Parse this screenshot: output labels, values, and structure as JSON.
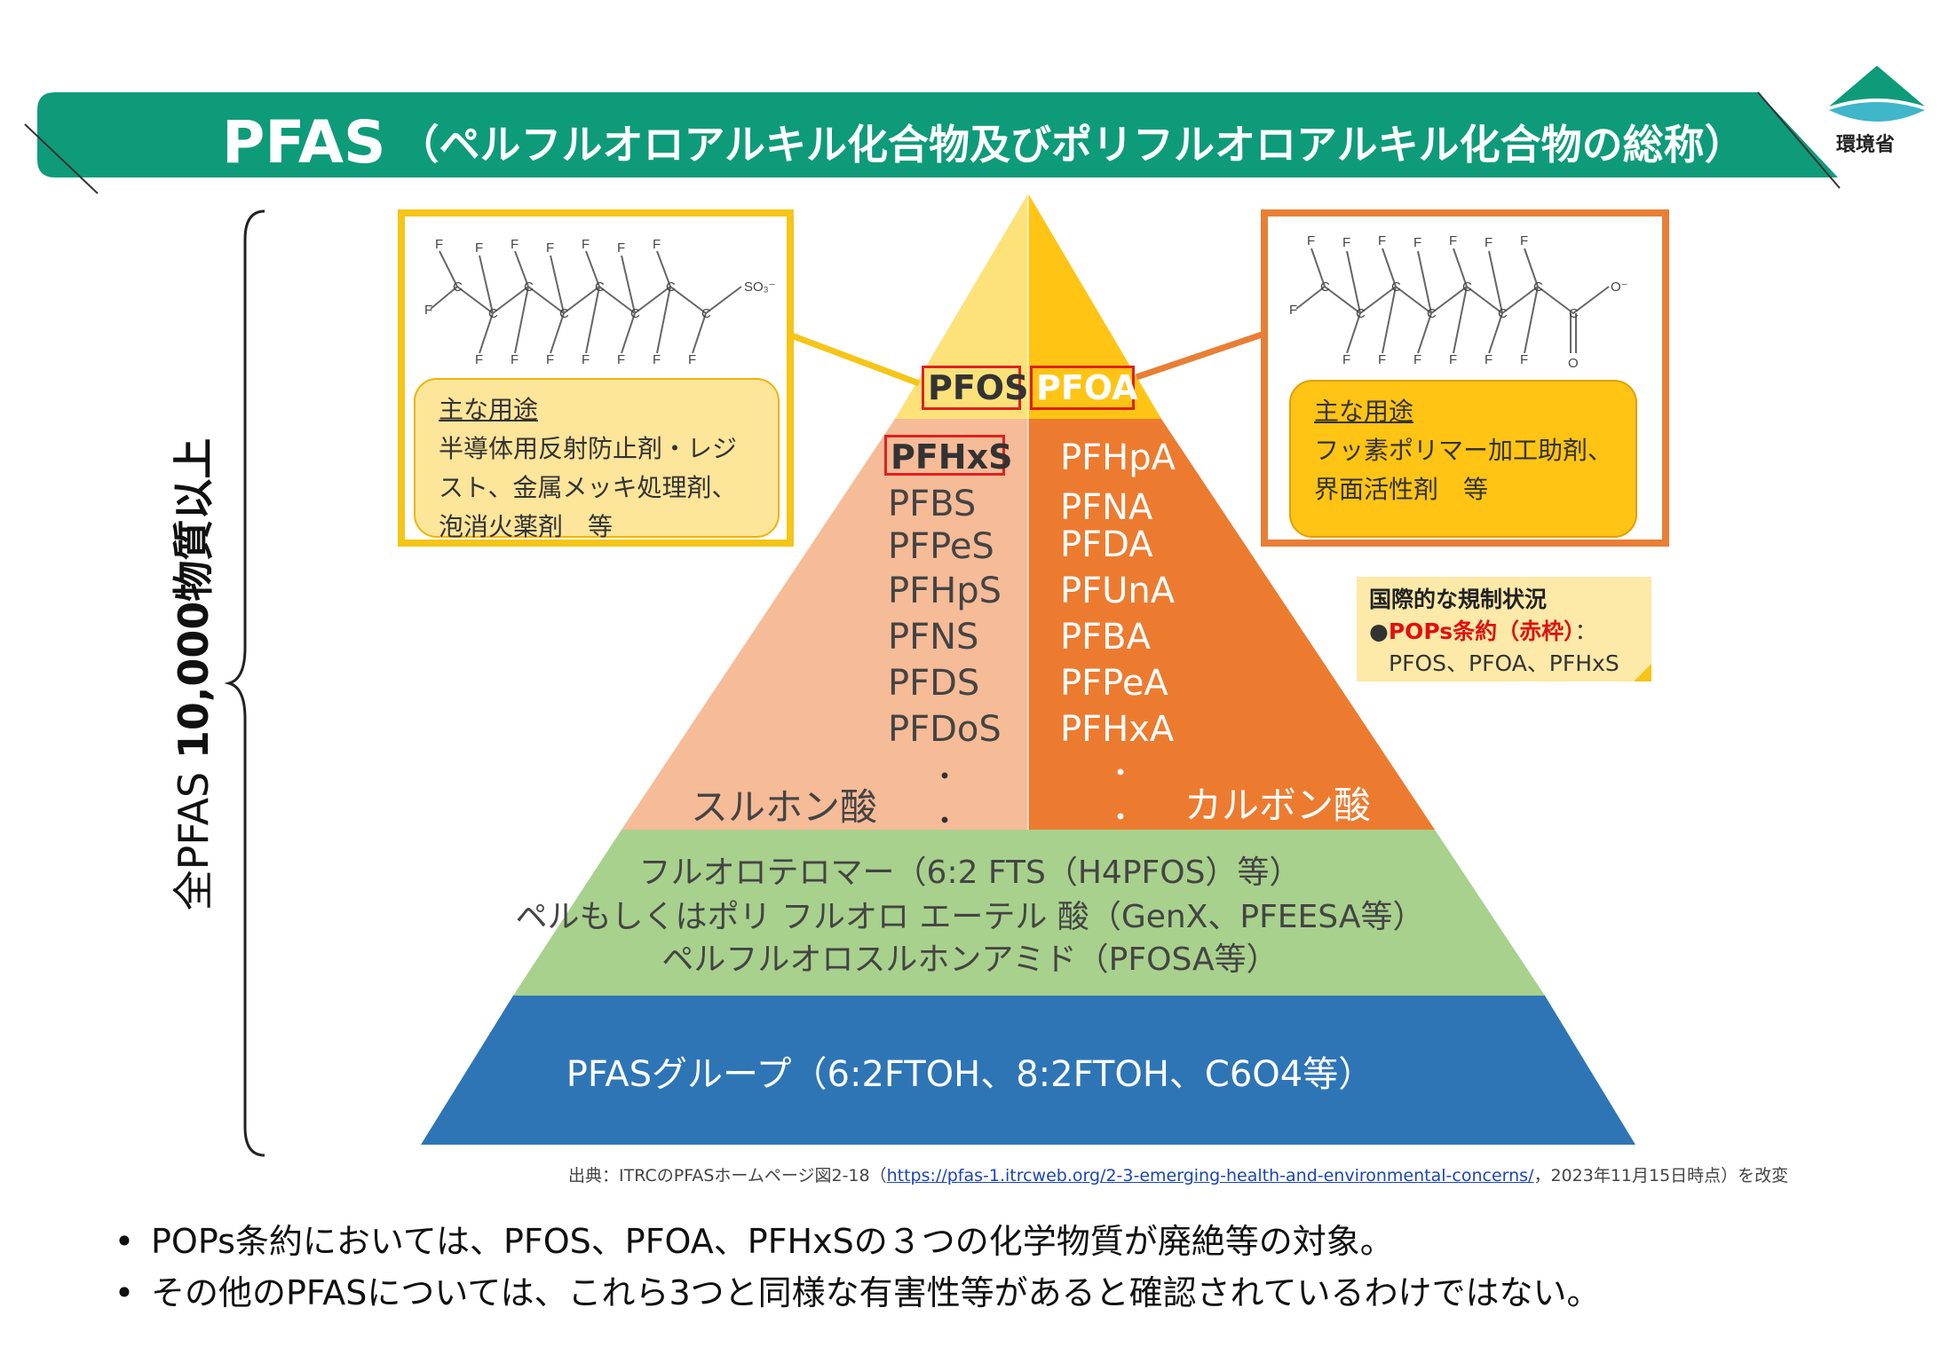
{
  "header": {
    "title_main": "PFAS",
    "title_sub": "（ペルフルオロアルキル化合物及びポリフルオロアルキル化合物の総称）",
    "logo_text": "環境省",
    "colors": {
      "banner": "#0e9b7a",
      "logo": "#0e9b7a"
    }
  },
  "side_label": {
    "prefix": "全PFAS ",
    "bold": "10,000物質以上"
  },
  "pfos_box": {
    "formula_atoms": {
      "fluorine": "F",
      "carbon": "C",
      "end_group": "SO₃⁻"
    },
    "use_heading": "主な用途",
    "use_lines": [
      "半導体用反射防止剤・レジ",
      "スト、金属メッキ処理剤、",
      "泡消火薬剤　等"
    ]
  },
  "pfoa_box": {
    "formula_atoms": {
      "fluorine": "F",
      "carbon": "C",
      "oxygen": "O",
      "end_group": "O⁻"
    },
    "use_heading": "主な用途",
    "use_lines": [
      "フッ素ポリマー加工助剤、",
      "界面活性剤　等"
    ]
  },
  "pyramid": {
    "top_left_tag": "PFOS",
    "top_right_tag": "PFOA",
    "sulfonic_highlight": "PFHxS",
    "sulfonic_items": [
      "PFBS",
      "PFPeS",
      "PFHpS",
      "PFNS",
      "PFDS",
      "PFDoS"
    ],
    "sulfonic_label": "スルホン酸",
    "carboxylic_items": [
      "PFHpA",
      "PFNA",
      "PFDA",
      "PFUnA",
      "PFBA",
      "PFPeA",
      "PFHxA"
    ],
    "carboxylic_label": "カルボン酸",
    "ellipsis": "・",
    "green_lines": [
      "フルオロテロマー（6:2 FTS（H4PFOS）等）",
      "ペルもしくはポリ フルオロ エーテル 酸（GenX、PFEESA等）",
      "ペルフルオロスルホンアミド（PFOSA等）"
    ],
    "blue_line": "PFASグループ（6:2FTOH、8:2FTOH、C6O4等）",
    "colors": {
      "top_left": "#fde27a",
      "top_right": "#ffc414",
      "sulfonic": "#f6bb97",
      "carboxylic": "#ec7b30",
      "green": "#a8d18d",
      "blue": "#2e75b6"
    }
  },
  "regulation_note": {
    "heading": "国際的な規制状況",
    "bullet": "●",
    "red_text": "POPs条約（赤枠）",
    "colon": "：",
    "items": "PFOS、PFOA、PFHxS"
  },
  "source": {
    "prefix": "出典：ITRCのPFASホームページ図2-18（",
    "link": "https://pfas-1.itrcweb.org/2-3-emerging-health-and-environmental-concerns/",
    "suffix": "，2023年11月15日時点）を改変"
  },
  "bullets": {
    "mark": "•",
    "items": [
      "POPs条約においては、PFOS、PFOA、PFHxSの３つの化学物質が廃絶等の対象。",
      "その他のPFASについては、これら3つと同様な有害性等があると確認されているわけではない。"
    ]
  }
}
